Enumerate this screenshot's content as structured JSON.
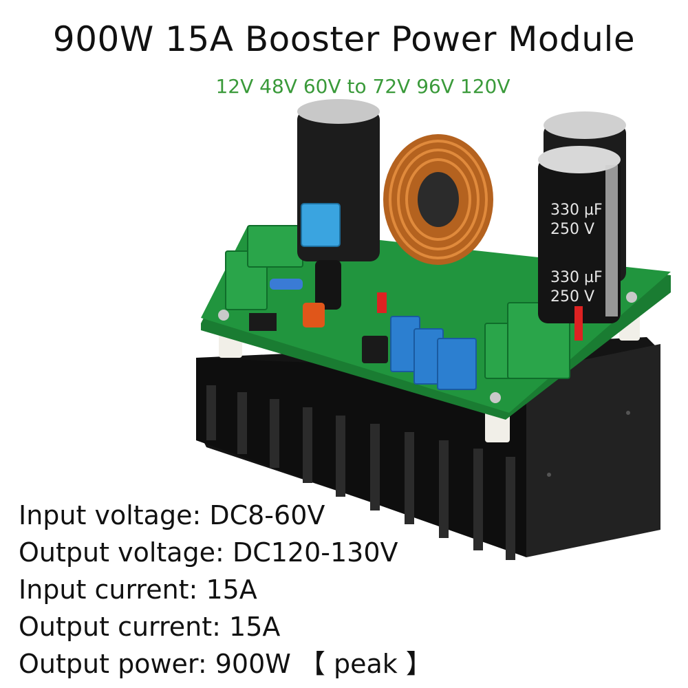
{
  "title": "900W 15A Booster Power Module",
  "subtitle": "12V 48V 60V to 72V 96V 120V",
  "product_image": {
    "components": [
      "heatsink",
      "pcb",
      "inductor-coil",
      "capacitor-large",
      "capacitor-330uf-1",
      "capacitor-330uf-2",
      "fuse",
      "terminal-blocks",
      "potentiometers"
    ],
    "capacitor_label_1": "330 µF 250 V",
    "capacitor_label_2": "330 µF 250 V"
  },
  "specs": [
    "Input voltage: DC8-60V",
    "Output voltage: DC120-130V",
    "Input current: 15A",
    "Output current: 15A",
    "Output power: 900W  【 peak 】"
  ],
  "colors": {
    "title": "#111111",
    "subtitle": "#3a9a3a",
    "pcb": "#1f8f3a",
    "heatsink": "#1a1a1a",
    "coil": "#c0702a"
  }
}
